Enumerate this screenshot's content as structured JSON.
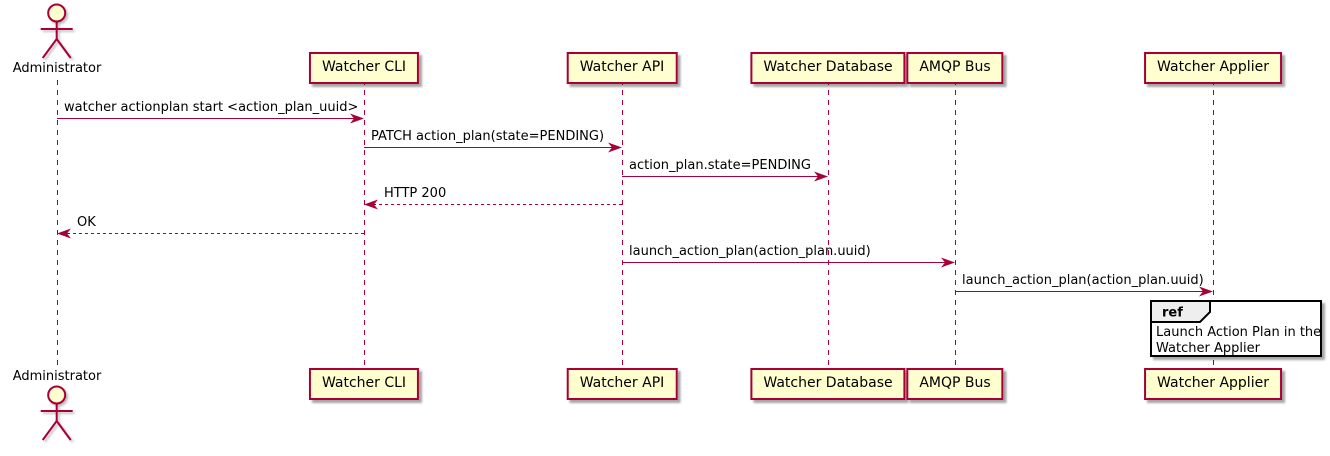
{
  "diagram": {
    "type": "sequence",
    "actor": {
      "name": "Administrator"
    },
    "participants": [
      {
        "label": "Watcher CLI"
      },
      {
        "label": "Watcher API"
      },
      {
        "label": "Watcher Database"
      },
      {
        "label": "AMQP Bus"
      },
      {
        "label": "Watcher Applier"
      }
    ],
    "messages": [
      {
        "from": "Administrator",
        "to": "Watcher CLI",
        "label": "watcher actionplan start <action_plan_uuid>",
        "line": "solid"
      },
      {
        "from": "Watcher CLI",
        "to": "Watcher API",
        "label": "PATCH action_plan(state=PENDING)",
        "line": "solid"
      },
      {
        "from": "Watcher API",
        "to": "Watcher Database",
        "label": "action_plan.state=PENDING",
        "line": "solid"
      },
      {
        "from": "Watcher API",
        "to": "Watcher CLI",
        "label": "HTTP 200",
        "line": "dashed"
      },
      {
        "from": "Watcher CLI",
        "to": "Administrator",
        "label": "OK",
        "line": "dashed"
      },
      {
        "from": "Watcher API",
        "to": "AMQP Bus",
        "label": "launch_action_plan(action_plan.uuid)",
        "line": "solid"
      },
      {
        "from": "AMQP Bus",
        "to": "Watcher Applier",
        "label": "launch_action_plan(action_plan.uuid)",
        "line": "solid"
      }
    ],
    "ref": {
      "keyword": "ref",
      "over": "Watcher Applier",
      "lines": [
        "Launch Action Plan in the",
        "Watcher Applier"
      ]
    },
    "colors": {
      "participant_fill": "#FEFECE",
      "participant_border": "#A80036",
      "arrow": "#A80036",
      "lifeline": "#A80036",
      "text": "#000000",
      "ref_header_fill": "#EEEEEE",
      "ref_border": "#000000",
      "ref_body_fill": "#FFFFFF"
    }
  }
}
